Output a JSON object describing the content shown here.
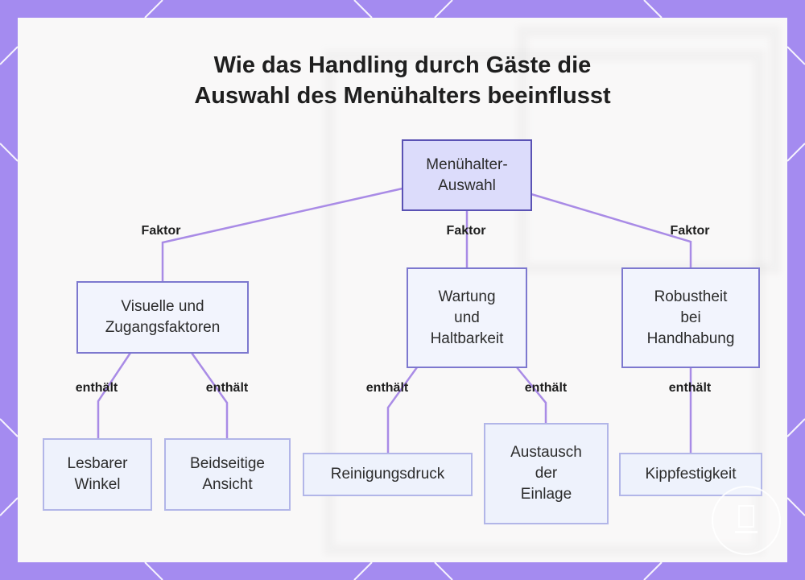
{
  "title": {
    "line1": "Wie das Handling durch Gäste die",
    "line2": "Auswahl des Menühalters beeinflusst"
  },
  "nodes": {
    "root": {
      "line1": "Menühalter-",
      "line2": "Auswahl"
    },
    "visual": {
      "line1": "Visuelle und",
      "line2": "Zugangsfaktoren"
    },
    "maintenance": {
      "line1": "Wartung",
      "line2": "und",
      "line3": "Haltbarkeit"
    },
    "robustness": {
      "line1": "Robustheit",
      "line2": "bei",
      "line3": "Handhabung"
    },
    "angle": {
      "line1": "Lesbarer",
      "line2": "Winkel"
    },
    "double_view": {
      "line1": "Beidseitige",
      "line2": "Ansicht"
    },
    "cleaning": {
      "line1": "Reinigungsdruck"
    },
    "insert": {
      "line1": "Austausch",
      "line2": "der",
      "line3": "Einlage"
    },
    "tipping": {
      "line1": "Kippfestigkeit"
    }
  },
  "edge_labels": {
    "factor": "Faktor",
    "contains": "enthält"
  },
  "colors": {
    "background_border": "#a48bf0",
    "connector": "#a98be6",
    "root_fill": "#dcdcfb",
    "node_fill": "#eff2fd"
  }
}
